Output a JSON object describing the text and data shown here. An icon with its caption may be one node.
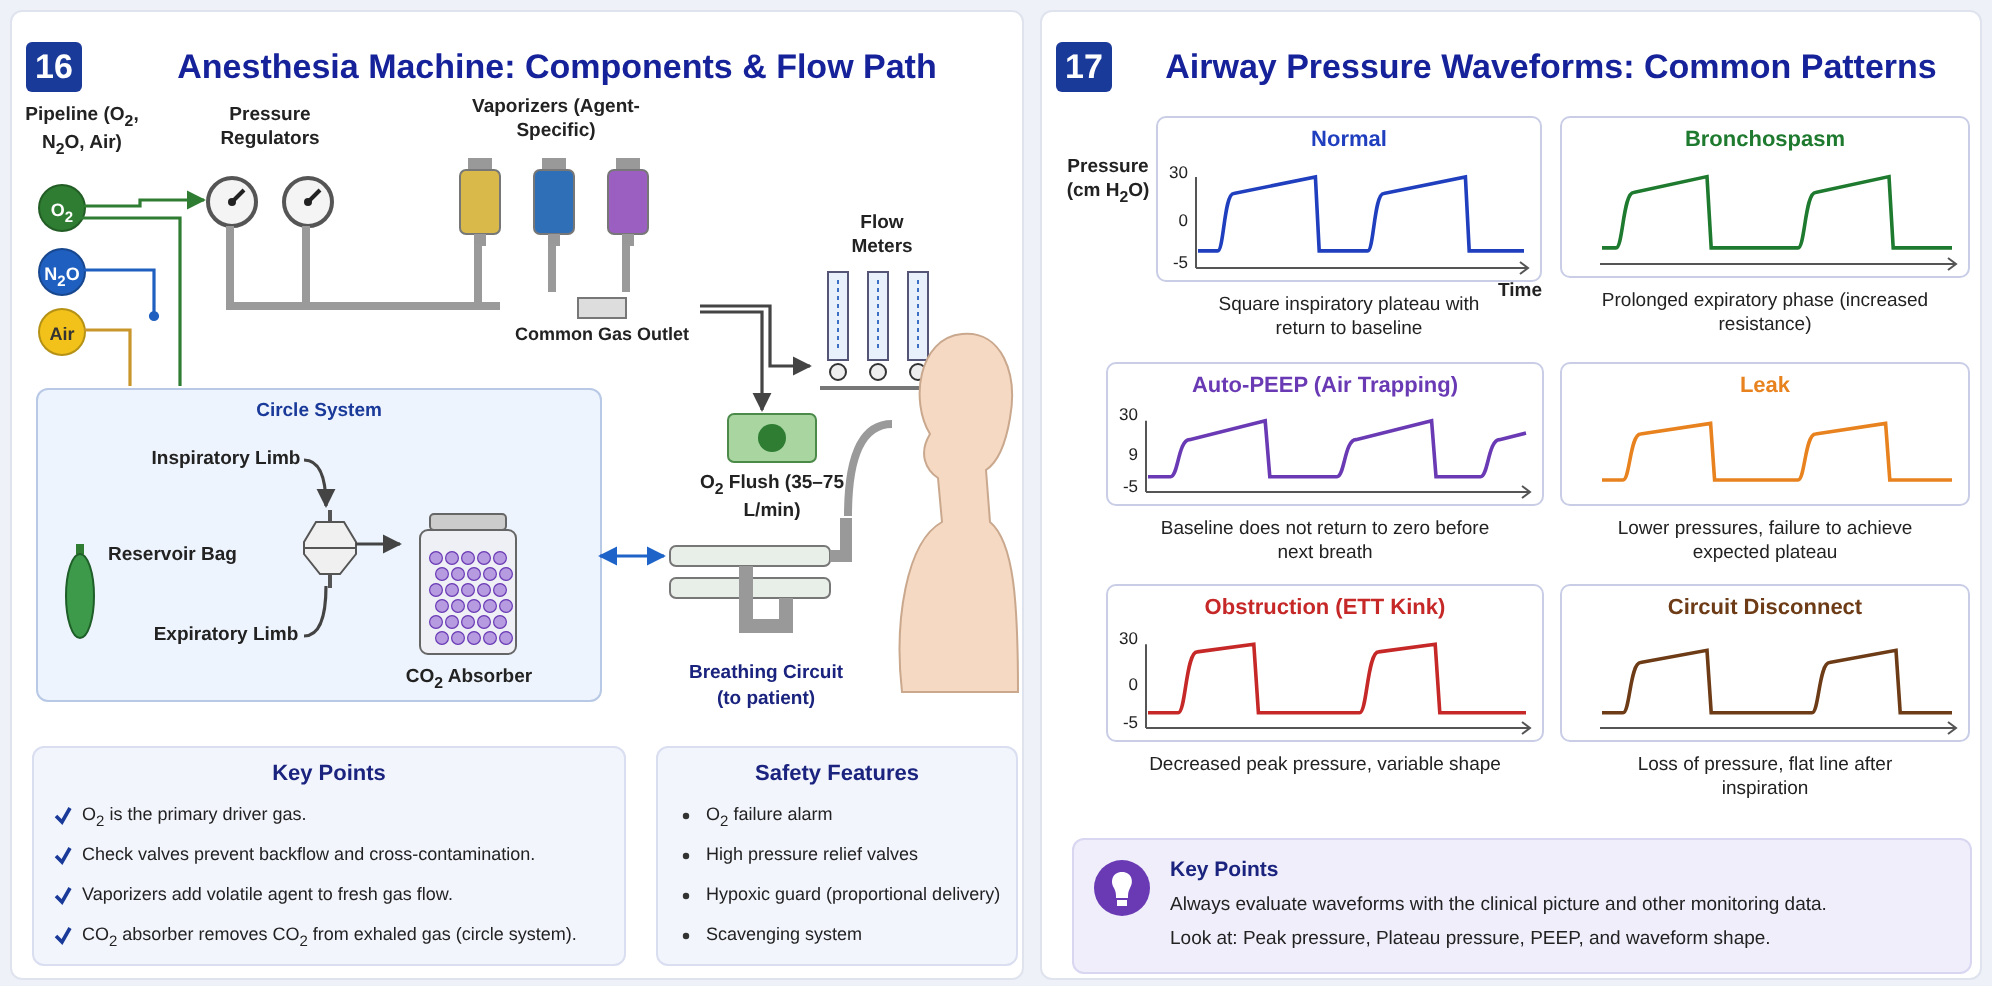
{
  "diagram": {
    "nodes": [
      {
        "text": [
          "16",
          "Anesthesia Machine: Components & Flow Path"
        ]
      },
      {
        "text": [
          "O$_{2}$"
        ],
        "in": 0
      },
      {
        "text": [
          "N$_{2}$O"
        ],
        "in": 0
      },
      {
        "text": [
          "Air"
        ],
        "in": 0
      },
      {
        "text": [],
        "shape": "picture",
        "in": 0
      },
      {
        "text": [],
        "shape": "picture",
        "in": 0
      },
      {
        "text": [],
        "shape": "cylinder",
        "in": 0
      },
      {
        "text": [],
        "shape": "cylinder",
        "in": 0
      },
      {
        "text": [],
        "shape": "cylinder",
        "in": 0
      },
      {
        "text": [
          "Common Gas Outlet"
        ],
        "in": 0
      },
      {
        "text": [
          "Flow Meters"
        ],
        "in": 0
      },
      {
        "text": [
          "O$_{2}$ Flush (35–75 L/min)"
        ],
        "in": 0
      },
      {
        "text": [
          "Circle System"
        ],
        "in": 0
      },
      {
        "text": [
          "Inspiratory Limb"
        ],
        "in": 12
      },
      {
        "text": [
          "Expiratory Limb"
        ],
        "in": 12
      },
      {
        "text": [
          "Reservoir Bag"
        ],
        "in": 12
      },
      {
        "text": [],
        "shape": "picture",
        "in": 12
      },
      {
        "text": [
          "CO$_{2}$ Absorber"
        ],
        "in": 12
      },
      {
        "text": [
          "Breathing Circuit (to patient)"
        ],
        "in": 0
      },
      {
        "text": [],
        "shape": "person",
        "in": 0
      },
      {
        "text": [
          "Key Points",
          "O$_{2}$ is the primary driver gas.",
          "Check valves prevent backflow and cross-contamination.",
          "Vaporizers add volatile agent to fresh gas flow.",
          "CO$_{2}$ absorber removes CO$_{2}$ from exhaled gas (circle system)."
        ],
        "in": 0
      },
      {
        "text": [
          "Safety Features",
          "O$_{2}$ failure alarm",
          "High pressure relief valves",
          "Hypoxic guard (proportional delivery)",
          "Scavenging system"
        ],
        "in": 0
      },
      {
        "text": [
          "17",
          "Airway Pressure Waveforms: Common Patterns"
        ]
      },
      {
        "text": [
          "Normal"
        ],
        "beside": [
          "Square inspiratory plateau with return to baseline"
        ],
        "in": 22
      },
      {
        "text": [
          "Bronchospasm"
        ],
        "beside": [
          "Prolonged expiratory phase (increased resistance)"
        ],
        "in": 22
      },
      {
        "text": [
          "Auto-PEEP (Air Trapping)"
        ],
        "beside": [
          "Baseline does not return to zero before next breath"
        ],
        "in": 22
      },
      {
        "text": [
          "Leak"
        ],
        "beside": [
          "Lower pressures, failure to achieve expected plateau"
        ],
        "in": 22
      },
      {
        "text": [
          "Obstruction (ETT Kink)"
        ],
        "beside": [
          "Decreased peak pressure, variable shape"
        ],
        "in": 22
      },
      {
        "text": [
          "Circuit Disconnect"
        ],
        "beside": [
          "Loss of pressure, flat line after inspiration"
        ],
        "in": 22
      },
      {
        "text": [
          "Key Points",
          "Always evaluate waveforms with the clinical picture and other monitoring data.",
          "Look at: Peak pressure, Plateau pressure, PEEP, and waveform shape."
        ],
        "in": 22
      }
    ],
    "edges": [
      {
        "from": 1,
        "to": 4,
        "arrow": "to",
        "color": "#2e7d32"
      },
      {
        "from": 1,
        "to": 12,
        "arrow": "none",
        "color": "#2e7d32"
      },
      {
        "from": 3,
        "to": 12,
        "arrow": "none",
        "color": "#c9962b"
      },
      {
        "from": 4,
        "to": 9,
        "arrow": "none",
        "style": "thick"
      },
      {
        "from": 5,
        "to": 9,
        "arrow": "none",
        "style": "thick"
      },
      {
        "from": 6,
        "to": 9,
        "arrow": "none",
        "style": "thick"
      },
      {
        "from": 7,
        "to": 9,
        "arrow": "none",
        "style": "thick"
      },
      {
        "from": 8,
        "to": 9,
        "arrow": "none",
        "style": "thick"
      },
      {
        "from": 9,
        "to": 10,
        "arrow": "to"
      },
      {
        "from": 9,
        "to": 11,
        "arrow": "to"
      },
      {
        "from": 12,
        "to": 18,
        "arrow": "both",
        "color": "#1e63c8"
      },
      {
        "from": 13,
        "to": 16,
        "arrow": "to"
      },
      {
        "from": 16,
        "to": 17,
        "arrow": "to"
      },
      {
        "from": 16,
        "to": 14,
        "arrow": "none"
      },
      {
        "from": 18,
        "to": 19,
        "arrow": "none",
        "style": "thick"
      },
      {
        "from": 2,
        "to": null,
        "arrow": "other",
        "color": "#1f5fbf"
      }
    ],
    "labels": [
      "Pipeline (O$_{2}$, N$_{2}$O, Air)",
      "Pressure Regulators",
      "Vaporizers (Agent-Specific)",
      "Pressure (cm H$_{2}$O)",
      "30",
      "0",
      "-5",
      "Time",
      "30",
      "9",
      "-5",
      "30",
      "0",
      "-5"
    ]
  }
}
